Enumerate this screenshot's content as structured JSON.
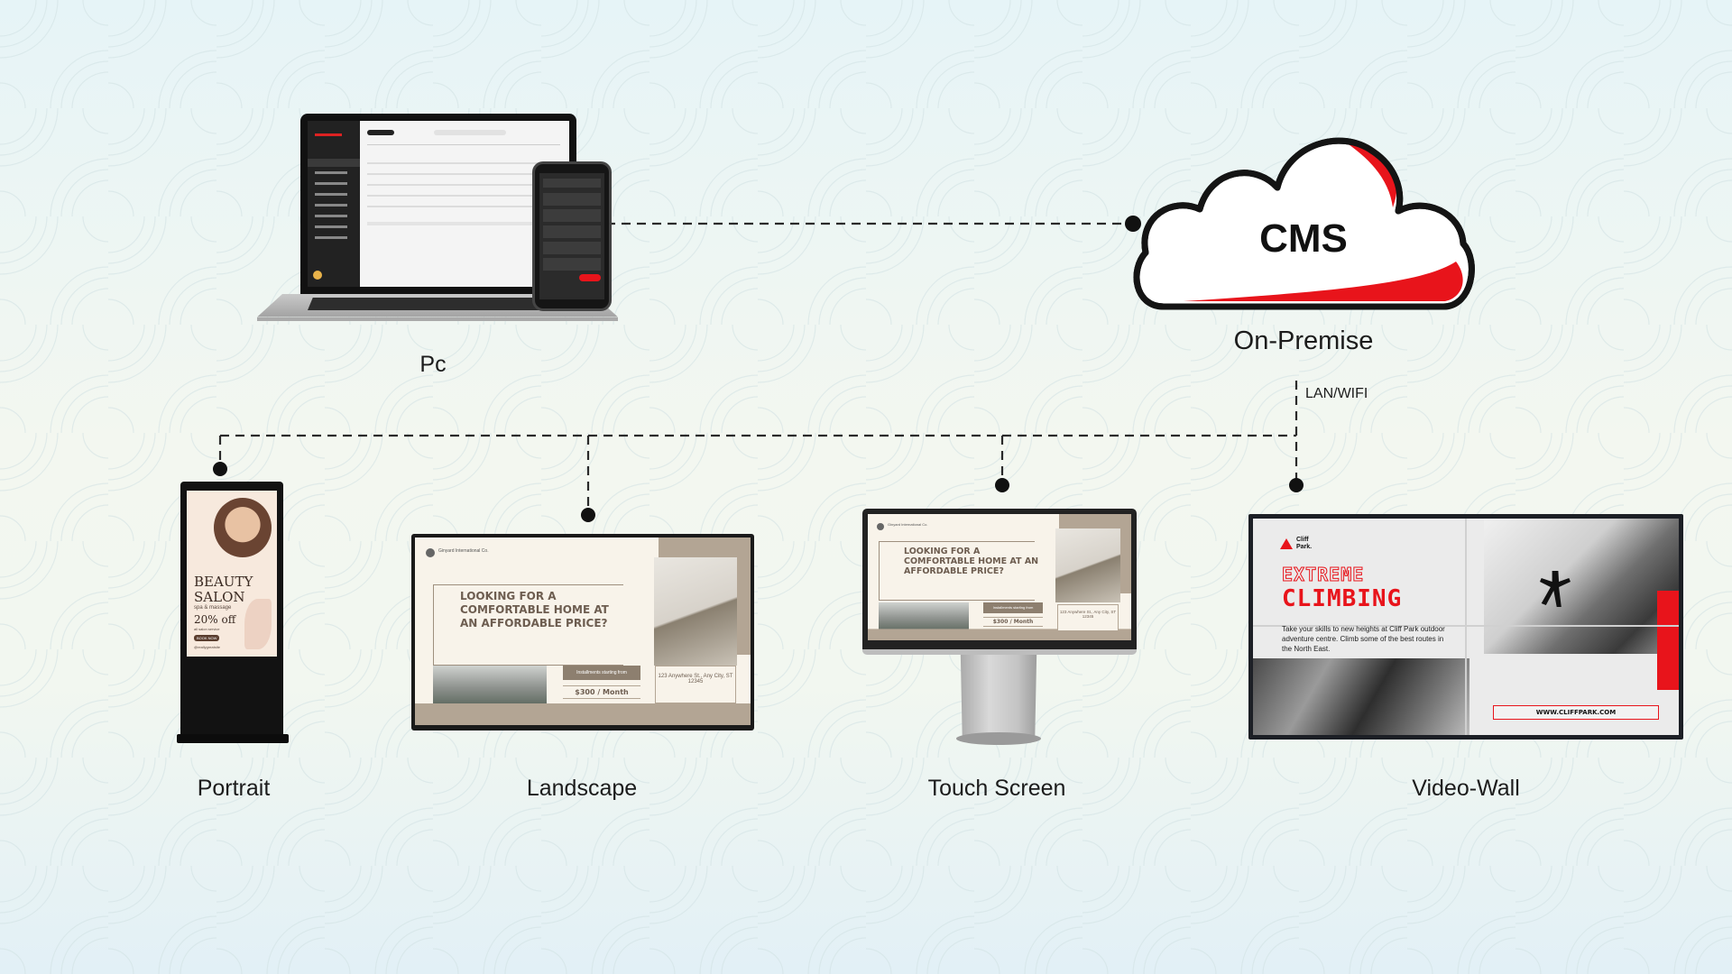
{
  "cloud": {
    "title": "CMS",
    "subtitle": "On-Premise",
    "link_label": "LAN/WIFI",
    "accent": "#e8141b"
  },
  "devices": {
    "pc": {
      "label": "Pc"
    },
    "portrait": {
      "label": "Portrait",
      "screen": {
        "title_line1": "BEAUTY",
        "title_line2": "SALON",
        "subtitle": "spa & massage",
        "offer": "20% off",
        "offer_note": "all salon service",
        "button": "BOOK NOW",
        "handle": "@reallygreatsite"
      }
    },
    "landscape": {
      "label": "Landscape",
      "screen": {
        "brand": "Ginyard International Co.",
        "headline": "LOOKING FOR A COMFORTABLE HOME AT AN AFFORDABLE PRICE?",
        "tag": "Installments starting from",
        "price": "$300 / Month",
        "address": "123 Anywhere St., Any City, ST 12345"
      }
    },
    "touch": {
      "label": "Touch Screen",
      "screen": {
        "brand": "Ginyard International Co.",
        "headline": "LOOKING FOR A COMFORTABLE HOME AT AN AFFORDABLE PRICE?",
        "tag": "Installments starting from",
        "price": "$300 / Month",
        "address": "123 Anywhere St., Any City, ST 12345"
      }
    },
    "videowall": {
      "label": "Video-Wall",
      "screen": {
        "brand": "Cliff Park.",
        "headline1": "EXTREME",
        "headline2": "CLIMBING",
        "body": "Take your skills to new heights at Cliff Park outdoor adventure centre. Climb some of the best routes in the North East.",
        "url": "WWW.CLIFFPARK.COM"
      }
    }
  }
}
